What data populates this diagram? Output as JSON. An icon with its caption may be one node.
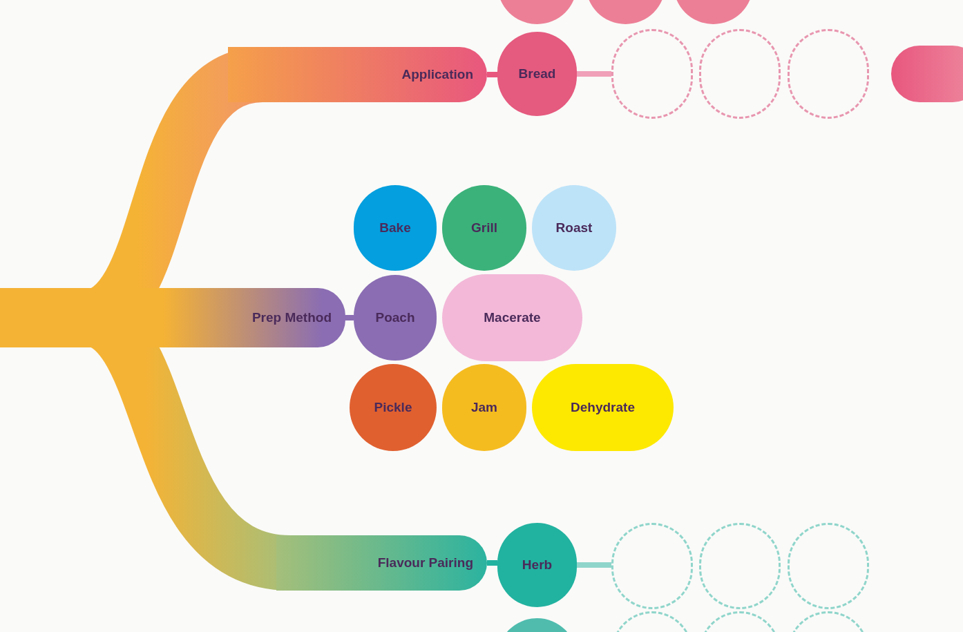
{
  "diagram": {
    "nodes": [
      {
        "text": [
          "Application"
        ]
      },
      {
        "text": [
          "Bread"
        ]
      },
      {
        "text": [],
        "shape": "circle"
      },
      {
        "text": [],
        "shape": "circle"
      },
      {
        "text": [],
        "shape": "circle"
      },
      {
        "text": [],
        "shape": "box"
      },
      {
        "text": [],
        "shape": "circle"
      },
      {
        "text": [],
        "shape": "circle"
      },
      {
        "text": [],
        "shape": "circle"
      },
      {
        "text": [
          "Prep Method"
        ]
      },
      {
        "text": [
          "Bake"
        ]
      },
      {
        "text": [
          "Grill"
        ]
      },
      {
        "text": [
          "Roast"
        ]
      },
      {
        "text": [
          "Poach"
        ]
      },
      {
        "text": [
          "Macerate"
        ]
      },
      {
        "text": [
          "Pickle"
        ]
      },
      {
        "text": [
          "Jam"
        ]
      },
      {
        "text": [
          "Dehydrate"
        ]
      },
      {
        "text": [
          "Flavour Pairing"
        ]
      },
      {
        "text": [
          "Herb"
        ]
      },
      {
        "text": [],
        "shape": "circle"
      },
      {
        "text": [],
        "shape": "circle"
      },
      {
        "text": [],
        "shape": "circle"
      },
      {
        "text": [],
        "shape": "circle"
      },
      {
        "text": [],
        "shape": "circle"
      },
      {
        "text": [],
        "shape": "circle"
      },
      {
        "text": [],
        "shape": "circle"
      }
    ],
    "edges": [
      {
        "from": 0,
        "to": 1,
        "arrow": "none",
        "color": "#e8577e"
      },
      {
        "from": 1,
        "to": 2,
        "arrow": "none",
        "color": "#f0a0b8"
      },
      {
        "from": 9,
        "to": 13,
        "arrow": "none",
        "color": "#8a6db3"
      },
      {
        "from": 18,
        "to": 19,
        "arrow": "none",
        "color": "#22b2a0"
      },
      {
        "from": 19,
        "to": 20,
        "arrow": "none",
        "color": "#8fd5cb"
      }
    ]
  }
}
